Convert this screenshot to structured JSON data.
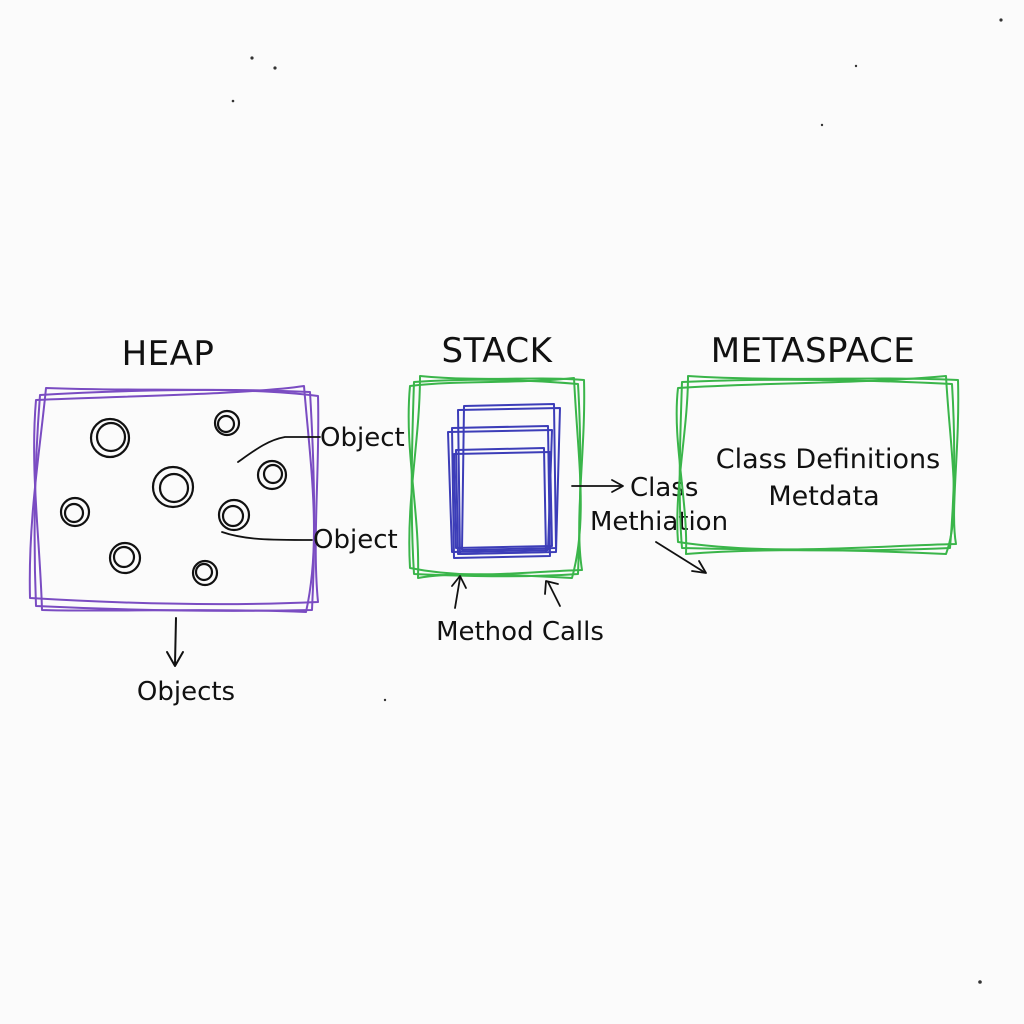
{
  "heap": {
    "title": "HEAP",
    "object_label_1": "Object",
    "object_label_2": "Object",
    "bottom_label": "Objects",
    "color": "#7a4cc2"
  },
  "stack": {
    "title": "STACK",
    "bottom_label": "Method Calls",
    "side_label_line1": "Class",
    "side_label_line2": "Methiation",
    "frame_color": "#3c3db8",
    "color": "#3ab54a"
  },
  "metaspace": {
    "title": "METASPACE",
    "line1": "Class Definitions",
    "line2": "Metdata",
    "color": "#3ab54a"
  },
  "ink_color": "#111111"
}
